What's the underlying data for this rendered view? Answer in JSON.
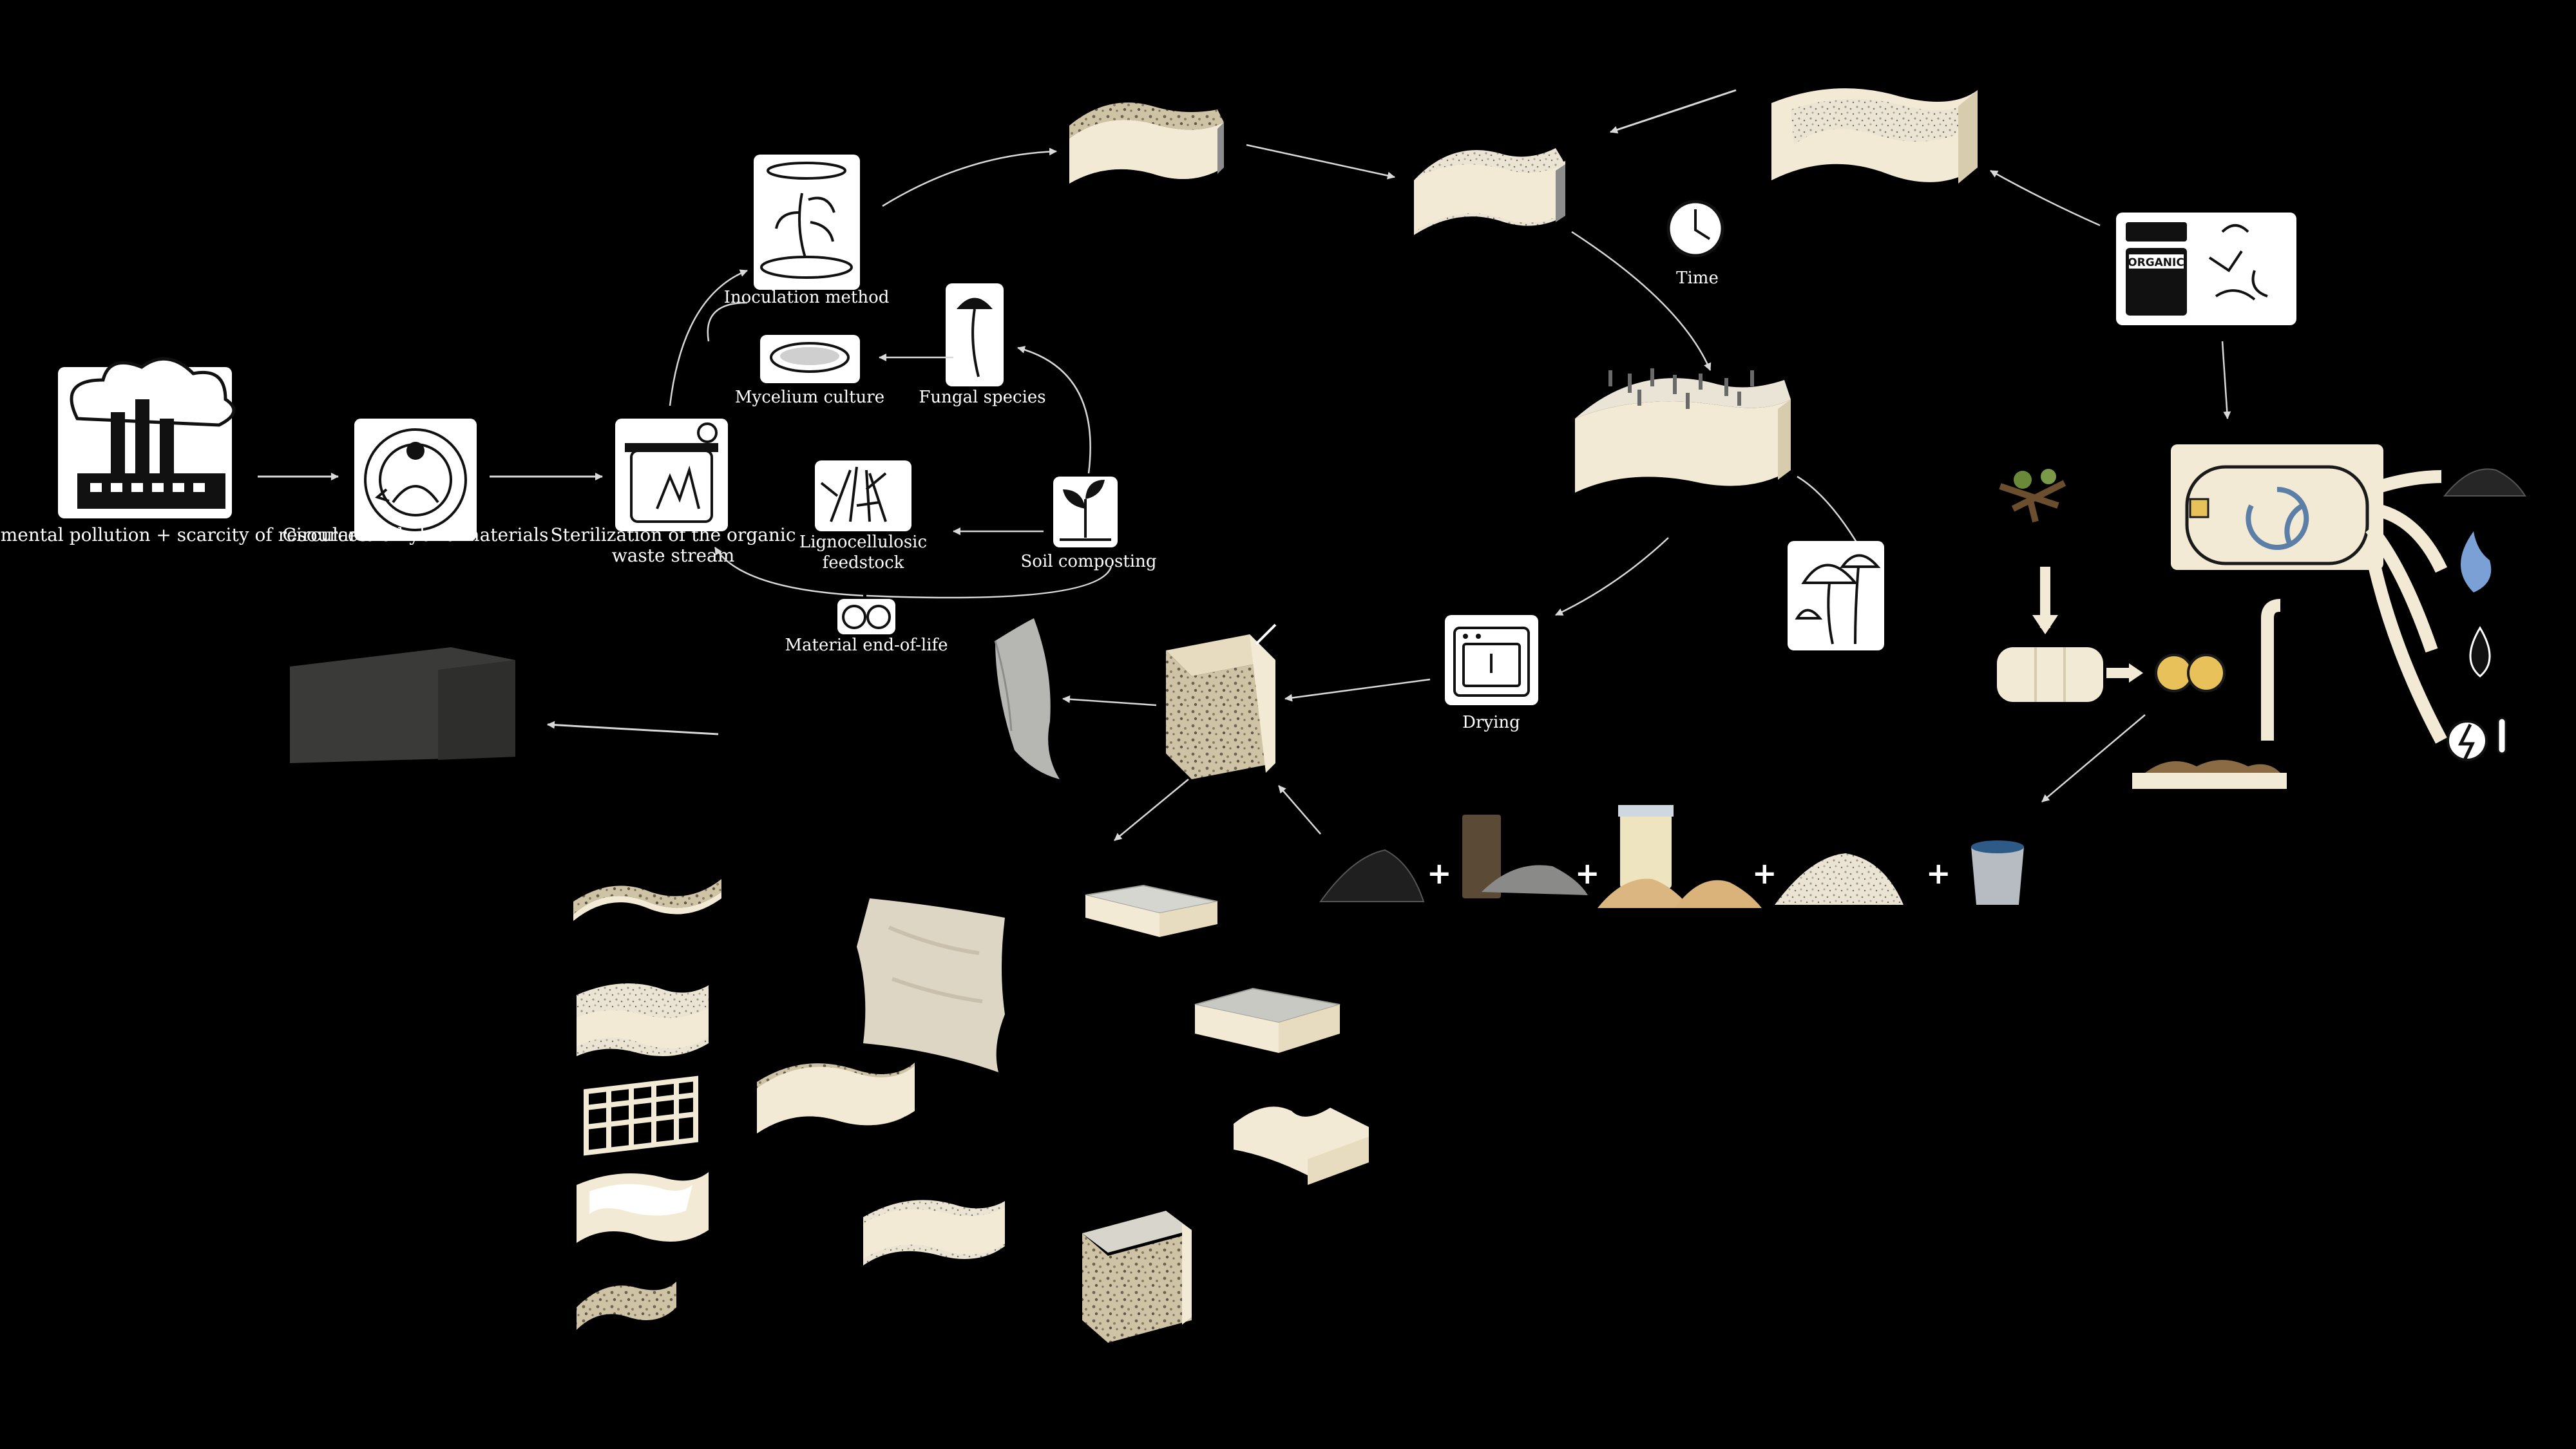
{
  "labels": {
    "pollution": "Environmental pollution + scarcity of resources",
    "circular": "Circular bio-hybrid materials",
    "sterilization": "Sterilization of the organic waste stream",
    "inoculation": "Inoculation method",
    "mycelium_culture": "Mycelium culture",
    "fungal_species": "Fungal species",
    "lignocellulosic": "Lignocellulosic feedstock",
    "soil_composting": "Soil composting",
    "end_of_life": "Material end-of-life",
    "time": "Time",
    "drying": "Drying",
    "organic_bin": "ORGANIC"
  },
  "colors": {
    "background": "#000000",
    "icon_panel": "#ffffff",
    "cream": "#f3ead5",
    "building": "#3a3a38"
  }
}
